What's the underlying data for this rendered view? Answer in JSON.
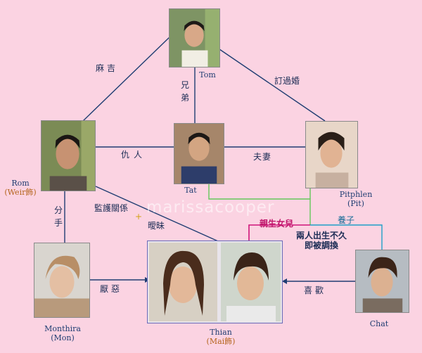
{
  "people": {
    "tom": {
      "name": "Tom",
      "actor": ""
    },
    "rom": {
      "name": "Rom",
      "actor": "(Weir飾)"
    },
    "tat": {
      "name": "Tat",
      "actor": ""
    },
    "pitphlen": {
      "name": "Pitphlen",
      "actor": "(Pit)"
    },
    "monthira": {
      "name": "Monthira",
      "actor": "(Mon)"
    },
    "thian": {
      "name": "Thian",
      "actor": "(Mai飾)"
    },
    "chat": {
      "name": "Chat",
      "actor": ""
    }
  },
  "relations": {
    "tom_rom": "麻吉",
    "tom_tat": "兄弟",
    "tom_pit": "訂過婚",
    "rom_tat": "仇人",
    "tat_pit": "夫妻",
    "rom_mon": "分手",
    "rom_thian_guard": "監護關係",
    "rom_thian_flirt": "曖昧",
    "mon_thian": "厭惡",
    "chat_thian": "喜歡",
    "pit_birth_daughter": "親生女兒",
    "pit_foster_son": "養子",
    "swap_note_line1": "兩人出生不久",
    "swap_note_line2": "即被調換"
  },
  "watermark": "marissacooper",
  "colors": {
    "background": "#fbd3e2",
    "line": "#1f3d72",
    "green_line": "#64c85a",
    "magenta_line": "#d0147a",
    "teal_line": "#1ea0c8"
  }
}
